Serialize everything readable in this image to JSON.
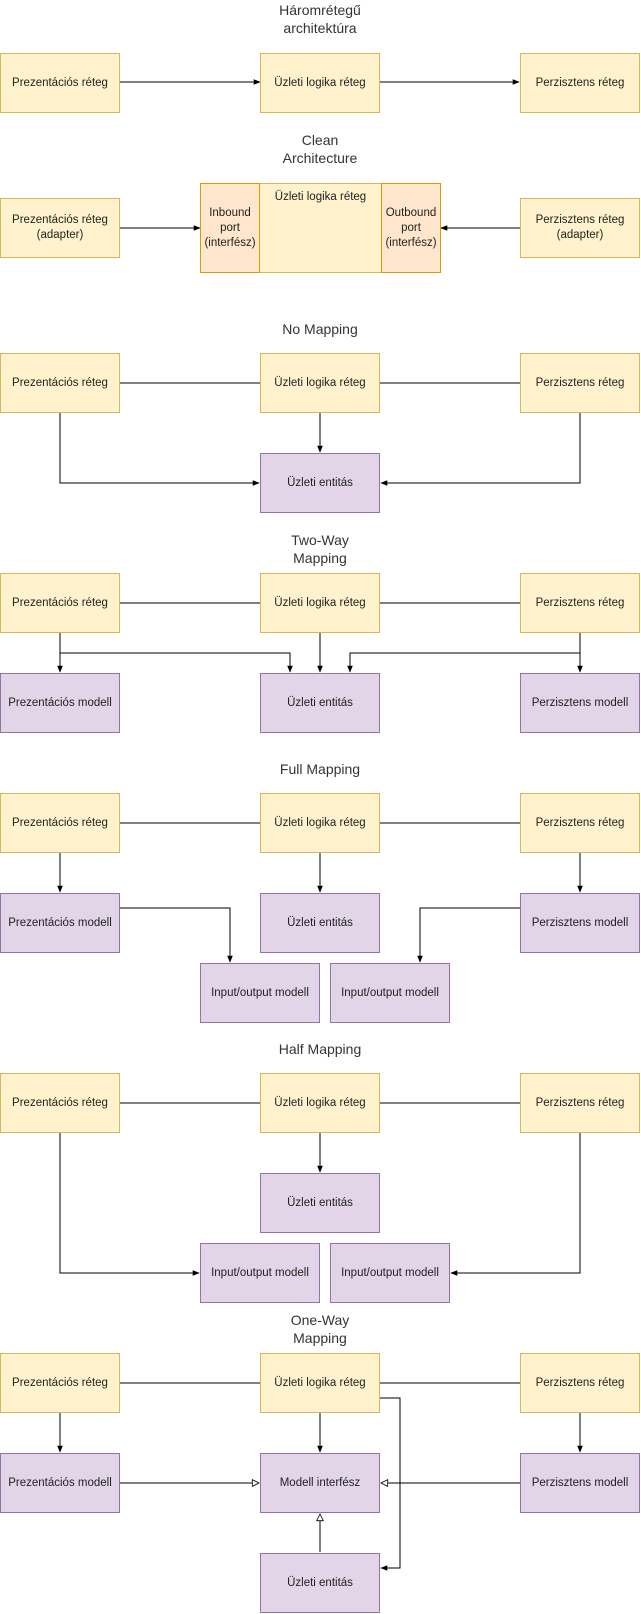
{
  "diagrams": [
    {
      "title": "Háromrétegű\narchitektúra",
      "boxes": [
        "Prezentációs réteg",
        "Üzleti logika réteg",
        "Perzisztens réteg"
      ]
    },
    {
      "title": "Clean\nArchitecture",
      "boxes": [
        "Prezentációs réteg\n(adapter)",
        "Üzleti logika réteg",
        "Inbound\nport\n(interfész)",
        "Outbound\nport\n(interfész)",
        "Perzisztens réteg\n(adapter)"
      ]
    },
    {
      "title": "No Mapping",
      "boxes": [
        "Prezentációs réteg",
        "Üzleti logika réteg",
        "Perzisztens réteg",
        "Üzleti entitás"
      ]
    },
    {
      "title": "Two-Way\nMapping",
      "boxes": [
        "Prezentációs réteg",
        "Üzleti logika réteg",
        "Perzisztens réteg",
        "Prezentációs modell",
        "Üzleti entitás",
        "Perzisztens modell"
      ]
    },
    {
      "title": "Full Mapping",
      "boxes": [
        "Prezentációs réteg",
        "Üzleti logika réteg",
        "Perzisztens réteg",
        "Prezentációs modell",
        "Üzleti entitás",
        "Perzisztens modell",
        "Input/output modell",
        "Input/output modell"
      ]
    },
    {
      "title": "Half Mapping",
      "boxes": [
        "Prezentációs réteg",
        "Üzleti logika réteg",
        "Perzisztens réteg",
        "Üzleti entitás",
        "Input/output modell",
        "Input/output modell"
      ]
    },
    {
      "title": "One-Way\nMapping",
      "boxes": [
        "Prezentációs réteg",
        "Üzleti logika réteg",
        "Perzisztens réteg",
        "Prezentációs modell",
        "Modell interfész",
        "Perzisztens modell",
        "Üzleti entitás"
      ]
    }
  ],
  "colors": {
    "layer_fill": "#fff2cc",
    "layer_stroke": "#d6b656",
    "model_fill": "#e1d5e7",
    "model_stroke": "#9673a6",
    "port_fill": "#ffe6cc",
    "port_stroke": "#d79b00",
    "edge": "#000000"
  }
}
